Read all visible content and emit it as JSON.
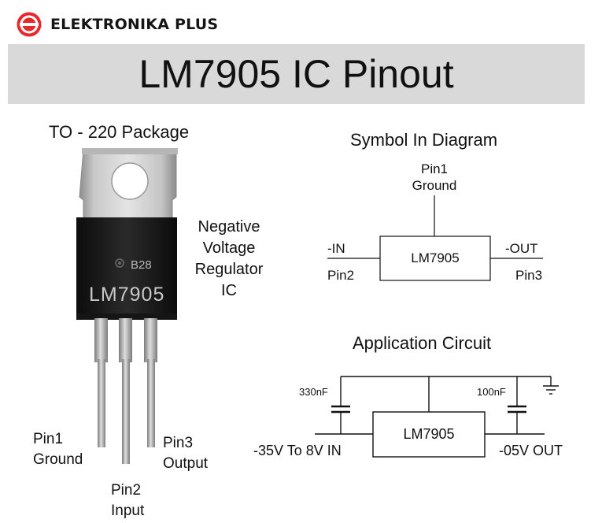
{
  "brand": {
    "name": "ELEKTRONIKA PLUS",
    "logo": "e-circle-logo-icon",
    "color": "#e6282c"
  },
  "header": {
    "title": "LM7905 IC Pinout"
  },
  "package": {
    "heading": "TO - 220 Package",
    "marking_code": "B28",
    "marking_part": "LM7905",
    "description": [
      "Negative",
      "Voltage",
      "Regulator",
      "IC"
    ],
    "pins": [
      {
        "name": "Pin1",
        "function": "Ground"
      },
      {
        "name": "Pin2",
        "function": "Input"
      },
      {
        "name": "Pin3",
        "function": "Output"
      }
    ]
  },
  "symbol": {
    "heading": "Symbol In Diagram",
    "pin_top": {
      "name": "Pin1",
      "function": "Ground"
    },
    "left": {
      "signal": "-IN",
      "pin": "Pin2"
    },
    "right": {
      "signal": "-OUT",
      "pin": "Pin3"
    },
    "chip": "LM7905"
  },
  "application": {
    "heading": "Application Circuit",
    "cap_in": "330nF",
    "cap_out": "100nF",
    "chip": "LM7905",
    "input_label": "-35V To 8V IN",
    "output_label": "-05V OUT"
  }
}
